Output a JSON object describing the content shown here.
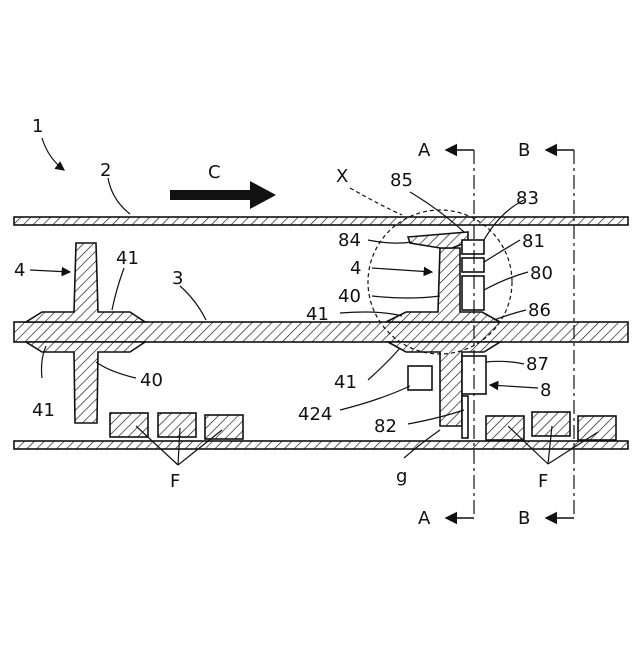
{
  "labels": {
    "fig_1": "1",
    "pipe_2": "2",
    "flow_c": "C",
    "shaft_3": "3",
    "left_4": "4",
    "left_41_top": "41",
    "left_41_bottom": "41",
    "left_40": "40",
    "left_f": "F",
    "detail_x": "X",
    "l85": "85",
    "l83": "83",
    "l84": "84",
    "l81": "81",
    "right_4": "4",
    "l80": "80",
    "right_40": "40",
    "right_41_top": "41",
    "l86": "86",
    "right_41_bottom": "41",
    "l87": "87",
    "l8": "8",
    "l424": "424",
    "l82": "82",
    "right_f": "F",
    "l_g": "g",
    "section_a_top": "A",
    "section_b_top": "B",
    "section_a_bottom": "A",
    "section_b_bottom": "B"
  }
}
